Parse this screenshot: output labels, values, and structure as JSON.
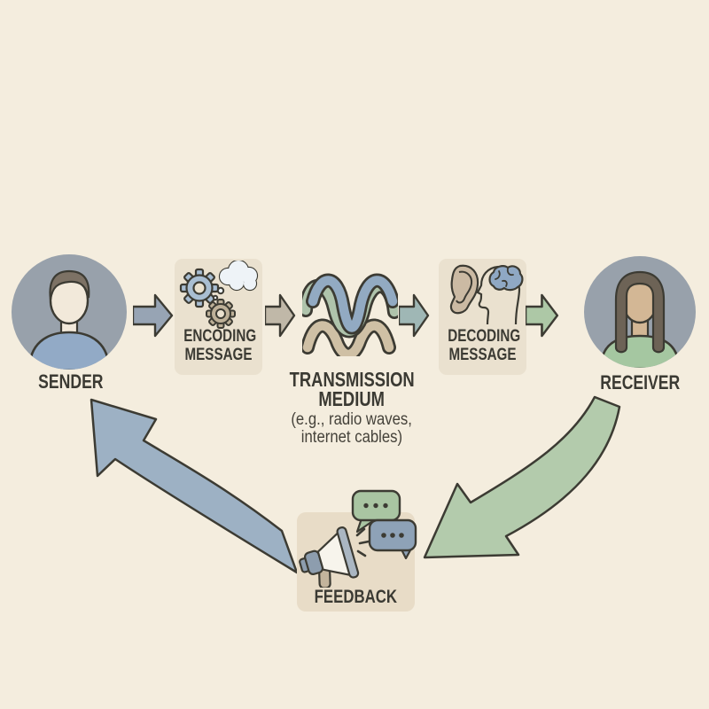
{
  "nodes": {
    "sender": {
      "label": "SENDER",
      "icon": "male-avatar-icon"
    },
    "encoding": {
      "label_lines": [
        "ENCODING",
        "MESSAGE"
      ],
      "icons": [
        "gears-icon",
        "thought-cloud-icon"
      ]
    },
    "transmission": {
      "label_lines": [
        "TRANSMISSION",
        "MEDIUM"
      ],
      "note_lines": [
        "(e.g., radio waves,",
        "internet cables)"
      ],
      "icon": "intertwined-waves-icon"
    },
    "decoding": {
      "label_lines": [
        "DECODING",
        "MESSAGE"
      ],
      "icons": [
        "ear-icon",
        "head-brain-icon"
      ]
    },
    "receiver": {
      "label": "RECEIVER",
      "icon": "female-avatar-icon"
    },
    "feedback": {
      "label": "FEEDBACK",
      "icons": [
        "megaphone-icon",
        "chat-bubbles-icon"
      ]
    }
  },
  "arrows": [
    {
      "name": "sender-to-encoding",
      "style": "block",
      "color": "#97a4b4"
    },
    {
      "name": "encoding-to-transmission",
      "style": "block",
      "color": "#c0b8a8"
    },
    {
      "name": "transmission-to-decoding",
      "style": "block",
      "color": "#9fb7b5"
    },
    {
      "name": "decoding-to-receiver",
      "style": "block",
      "color": "#adc8a6"
    },
    {
      "name": "receiver-to-feedback",
      "style": "curved",
      "color": "#b3cbac"
    },
    {
      "name": "feedback-to-sender",
      "style": "curved",
      "color": "#9db1c4"
    }
  ],
  "colors": {
    "background": "#f4edde",
    "outline": "#3c3b33",
    "text": "#3b3a33",
    "node_box": "#eae1cf",
    "feedback_box": "#e8dcc7",
    "avatar_circle": "#98a1ab",
    "sender_shirt": "#92aac6",
    "receiver_shirt": "#a5c7a1",
    "wave_blue": "#92aac2",
    "wave_green": "#afc3ab",
    "wave_tan": "#cfc0a5"
  }
}
